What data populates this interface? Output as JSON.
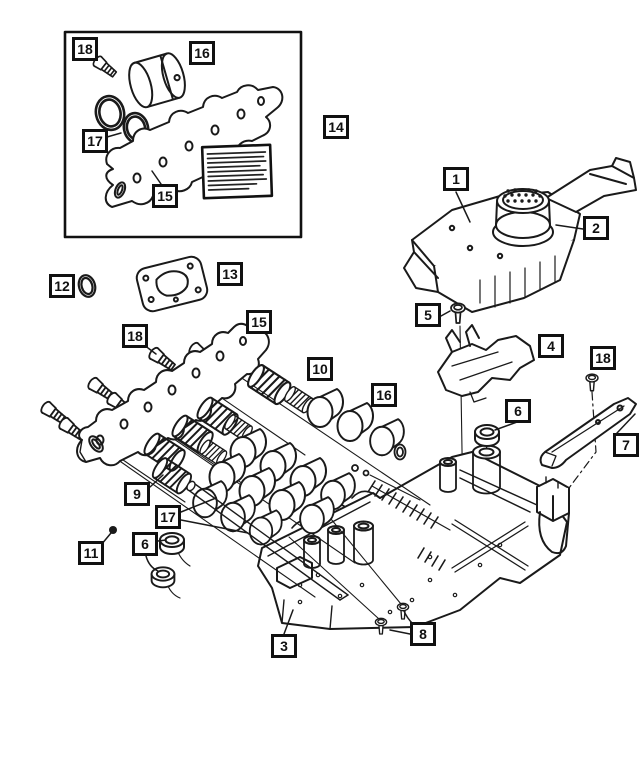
{
  "diagram": {
    "type": "exploded-parts-diagram",
    "background": "#ffffff",
    "line_color": "#1a1a1a",
    "callouts": [
      {
        "id": "kit-screw",
        "label": "18"
      },
      {
        "id": "kit-filter",
        "label": "16"
      },
      {
        "id": "kit-orings",
        "label": "17"
      },
      {
        "id": "kit-gasket",
        "label": "15"
      },
      {
        "id": "service-kit",
        "label": "14"
      },
      {
        "id": "solenoid-assembly",
        "label": "1"
      },
      {
        "id": "solenoid-connector",
        "label": "2"
      },
      {
        "id": "oring",
        "label": "12"
      },
      {
        "id": "small-gasket",
        "label": "13"
      },
      {
        "id": "accumulator-plate",
        "label": "15"
      },
      {
        "id": "plate-bolts",
        "label": "18"
      },
      {
        "id": "spring-row",
        "label": "10"
      },
      {
        "id": "piston-row",
        "label": "16"
      },
      {
        "id": "solenoid-screw",
        "label": "5"
      },
      {
        "id": "detent-plate",
        "label": "4"
      },
      {
        "id": "bracket-screw",
        "label": "18"
      },
      {
        "id": "upper-seal",
        "label": "6"
      },
      {
        "id": "lever-bracket",
        "label": "7"
      },
      {
        "id": "lower-springs",
        "label": "9"
      },
      {
        "id": "pin-rod",
        "label": "17"
      },
      {
        "id": "check-ball",
        "label": "11"
      },
      {
        "id": "lower-seals",
        "label": "6"
      },
      {
        "id": "valve-body",
        "label": "3"
      },
      {
        "id": "body-screws",
        "label": "8"
      }
    ]
  }
}
